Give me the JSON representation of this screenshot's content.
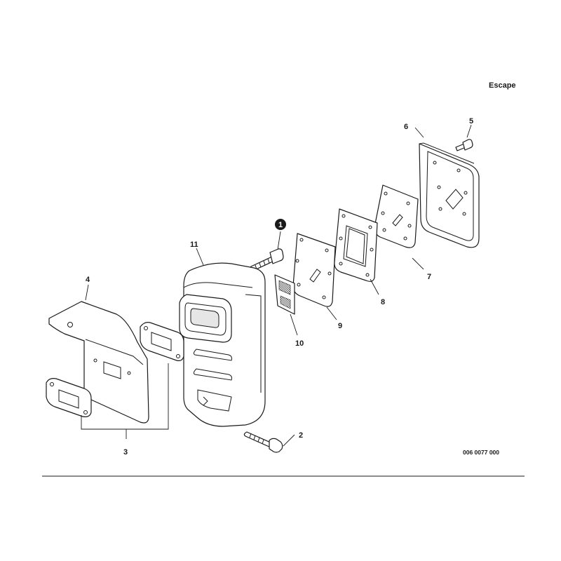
{
  "title": "Escape",
  "drawing_code": "006 0077 000",
  "callouts": {
    "c1": "1",
    "c2": "2",
    "c3": "3",
    "c4": "4",
    "c5": "5",
    "c6": "6",
    "c7": "7",
    "c8": "8",
    "c9": "9",
    "c10": "10",
    "c11": "11"
  },
  "colors": {
    "ink": "#1a1a1a",
    "paper": "#ffffff"
  }
}
